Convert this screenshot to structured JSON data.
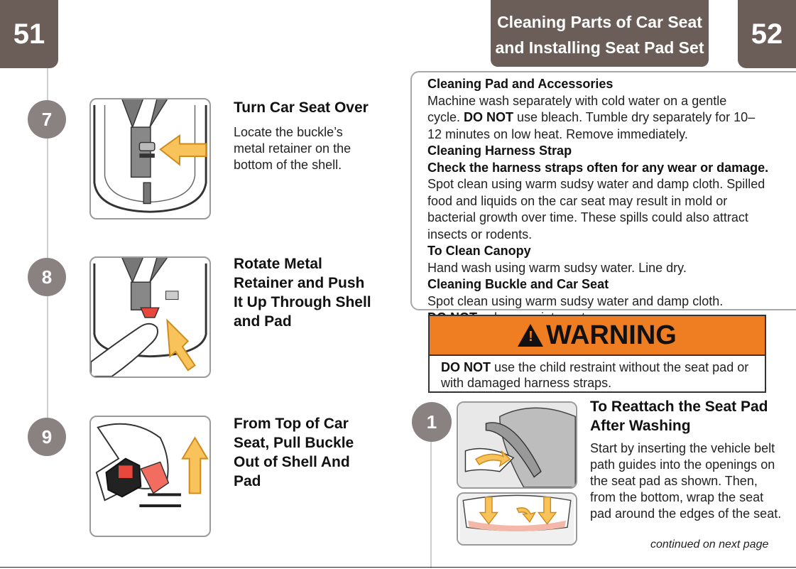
{
  "left_page": {
    "page_number": "51",
    "steps": [
      {
        "number": "7",
        "title": "Turn Car Seat Over",
        "body": "Locate the buckle’s metal retainer on the bottom of the shell."
      },
      {
        "number": "8",
        "title": "Rotate Metal Retainer and Push It Up Through Shell and Pad",
        "body": ""
      },
      {
        "number": "9",
        "title": "From Top of Car Seat, Pull Buckle Out of Shell And Pad",
        "body": ""
      }
    ]
  },
  "right_page": {
    "page_number": "52",
    "section_title_line1": "Cleaning Parts of Car Seat",
    "section_title_line2": "and Installing Seat Pad Set",
    "cleaning": {
      "pad_heading": "Cleaning Pad and Accessories",
      "pad_text_1": "Machine wash separately with cold water on a gentle cycle. ",
      "pad_bold": "DO NOT",
      "pad_text_2": " use bleach. Tumble dry separately for 10–12 minutes on low heat. Remove immediately.",
      "harness_heading": "Cleaning Harness Strap",
      "harness_bold": "Check the harness straps often for any wear or damage.",
      "harness_text": "Spot clean using warm sudsy water and damp cloth. Spilled food and liquids on the car seat may result in mold or bacterial growth over time. These spills could also attract insects or rodents.",
      "canopy_heading": "To Clean Canopy",
      "canopy_text": "Hand wash using warm sudsy water. Line dry.",
      "buckle_heading": "Cleaning Buckle and Car Seat",
      "buckle_text": "Spot clean using warm sudsy water and damp cloth.",
      "buckle_bold": "DO NOT",
      "buckle_text_2": " submerge into water."
    },
    "warning": {
      "label": "WARNING",
      "bold": "DO NOT",
      "text": " use the child restraint without the seat pad or with damaged harness straps."
    },
    "reattach": {
      "number": "1",
      "title": "To Reattach the Seat Pad After Washing",
      "body": "Start by inserting the vehicle belt path guides into the openings on the seat pad as shown. Then, from the bottom, wrap the seat pad around the edges of the seat."
    },
    "continued": "continued on next page"
  },
  "colors": {
    "tab": "#6b5e58",
    "step_circle": "#8a8280",
    "warning_orange": "#ef7d22",
    "arrow_yellow": "#f7c35a",
    "buckle_red": "#e8473c"
  }
}
